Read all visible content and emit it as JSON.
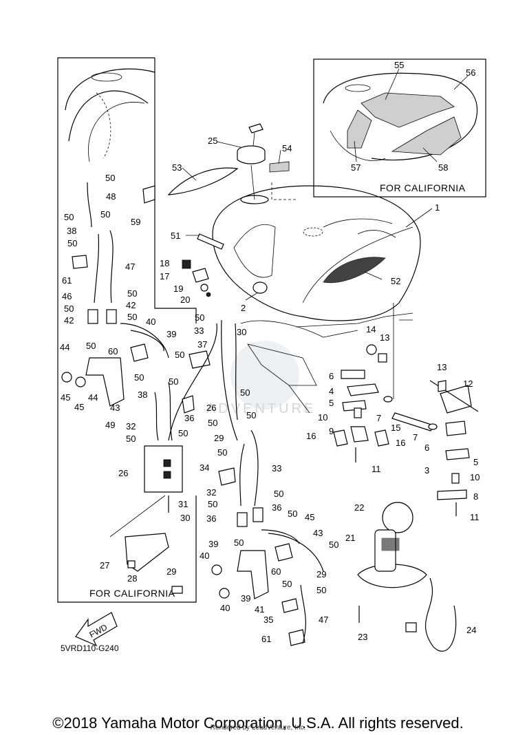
{
  "diagram": {
    "part_labels": [
      "1",
      "2",
      "3",
      "4",
      "5",
      "6",
      "7",
      "8",
      "9",
      "10",
      "11",
      "12",
      "13",
      "14",
      "15",
      "16",
      "17",
      "18",
      "19",
      "20",
      "21",
      "22",
      "23",
      "24",
      "25",
      "26",
      "27",
      "28",
      "29",
      "30",
      "31",
      "32",
      "33",
      "34",
      "35",
      "36",
      "37",
      "38",
      "39",
      "40",
      "41",
      "42",
      "43",
      "44",
      "45",
      "46",
      "47",
      "48",
      "49",
      "50",
      "51",
      "52",
      "53",
      "54",
      "55",
      "56",
      "57",
      "58",
      "59",
      "60",
      "61"
    ],
    "inset_california_label": "FOR CALIFORNIA",
    "inset_california_top_label": "FOR CALIFORNIA",
    "fwd_label": "FWD",
    "diagram_code": "5VRD110-G240",
    "watermark_text": "ADVENTURE"
  },
  "footer": {
    "copyright": "©2018 Yamaha Motor Corporation, U.S.A. All rights reserved.",
    "rendered_by": "Rendered by LeadVenture, Inc."
  }
}
